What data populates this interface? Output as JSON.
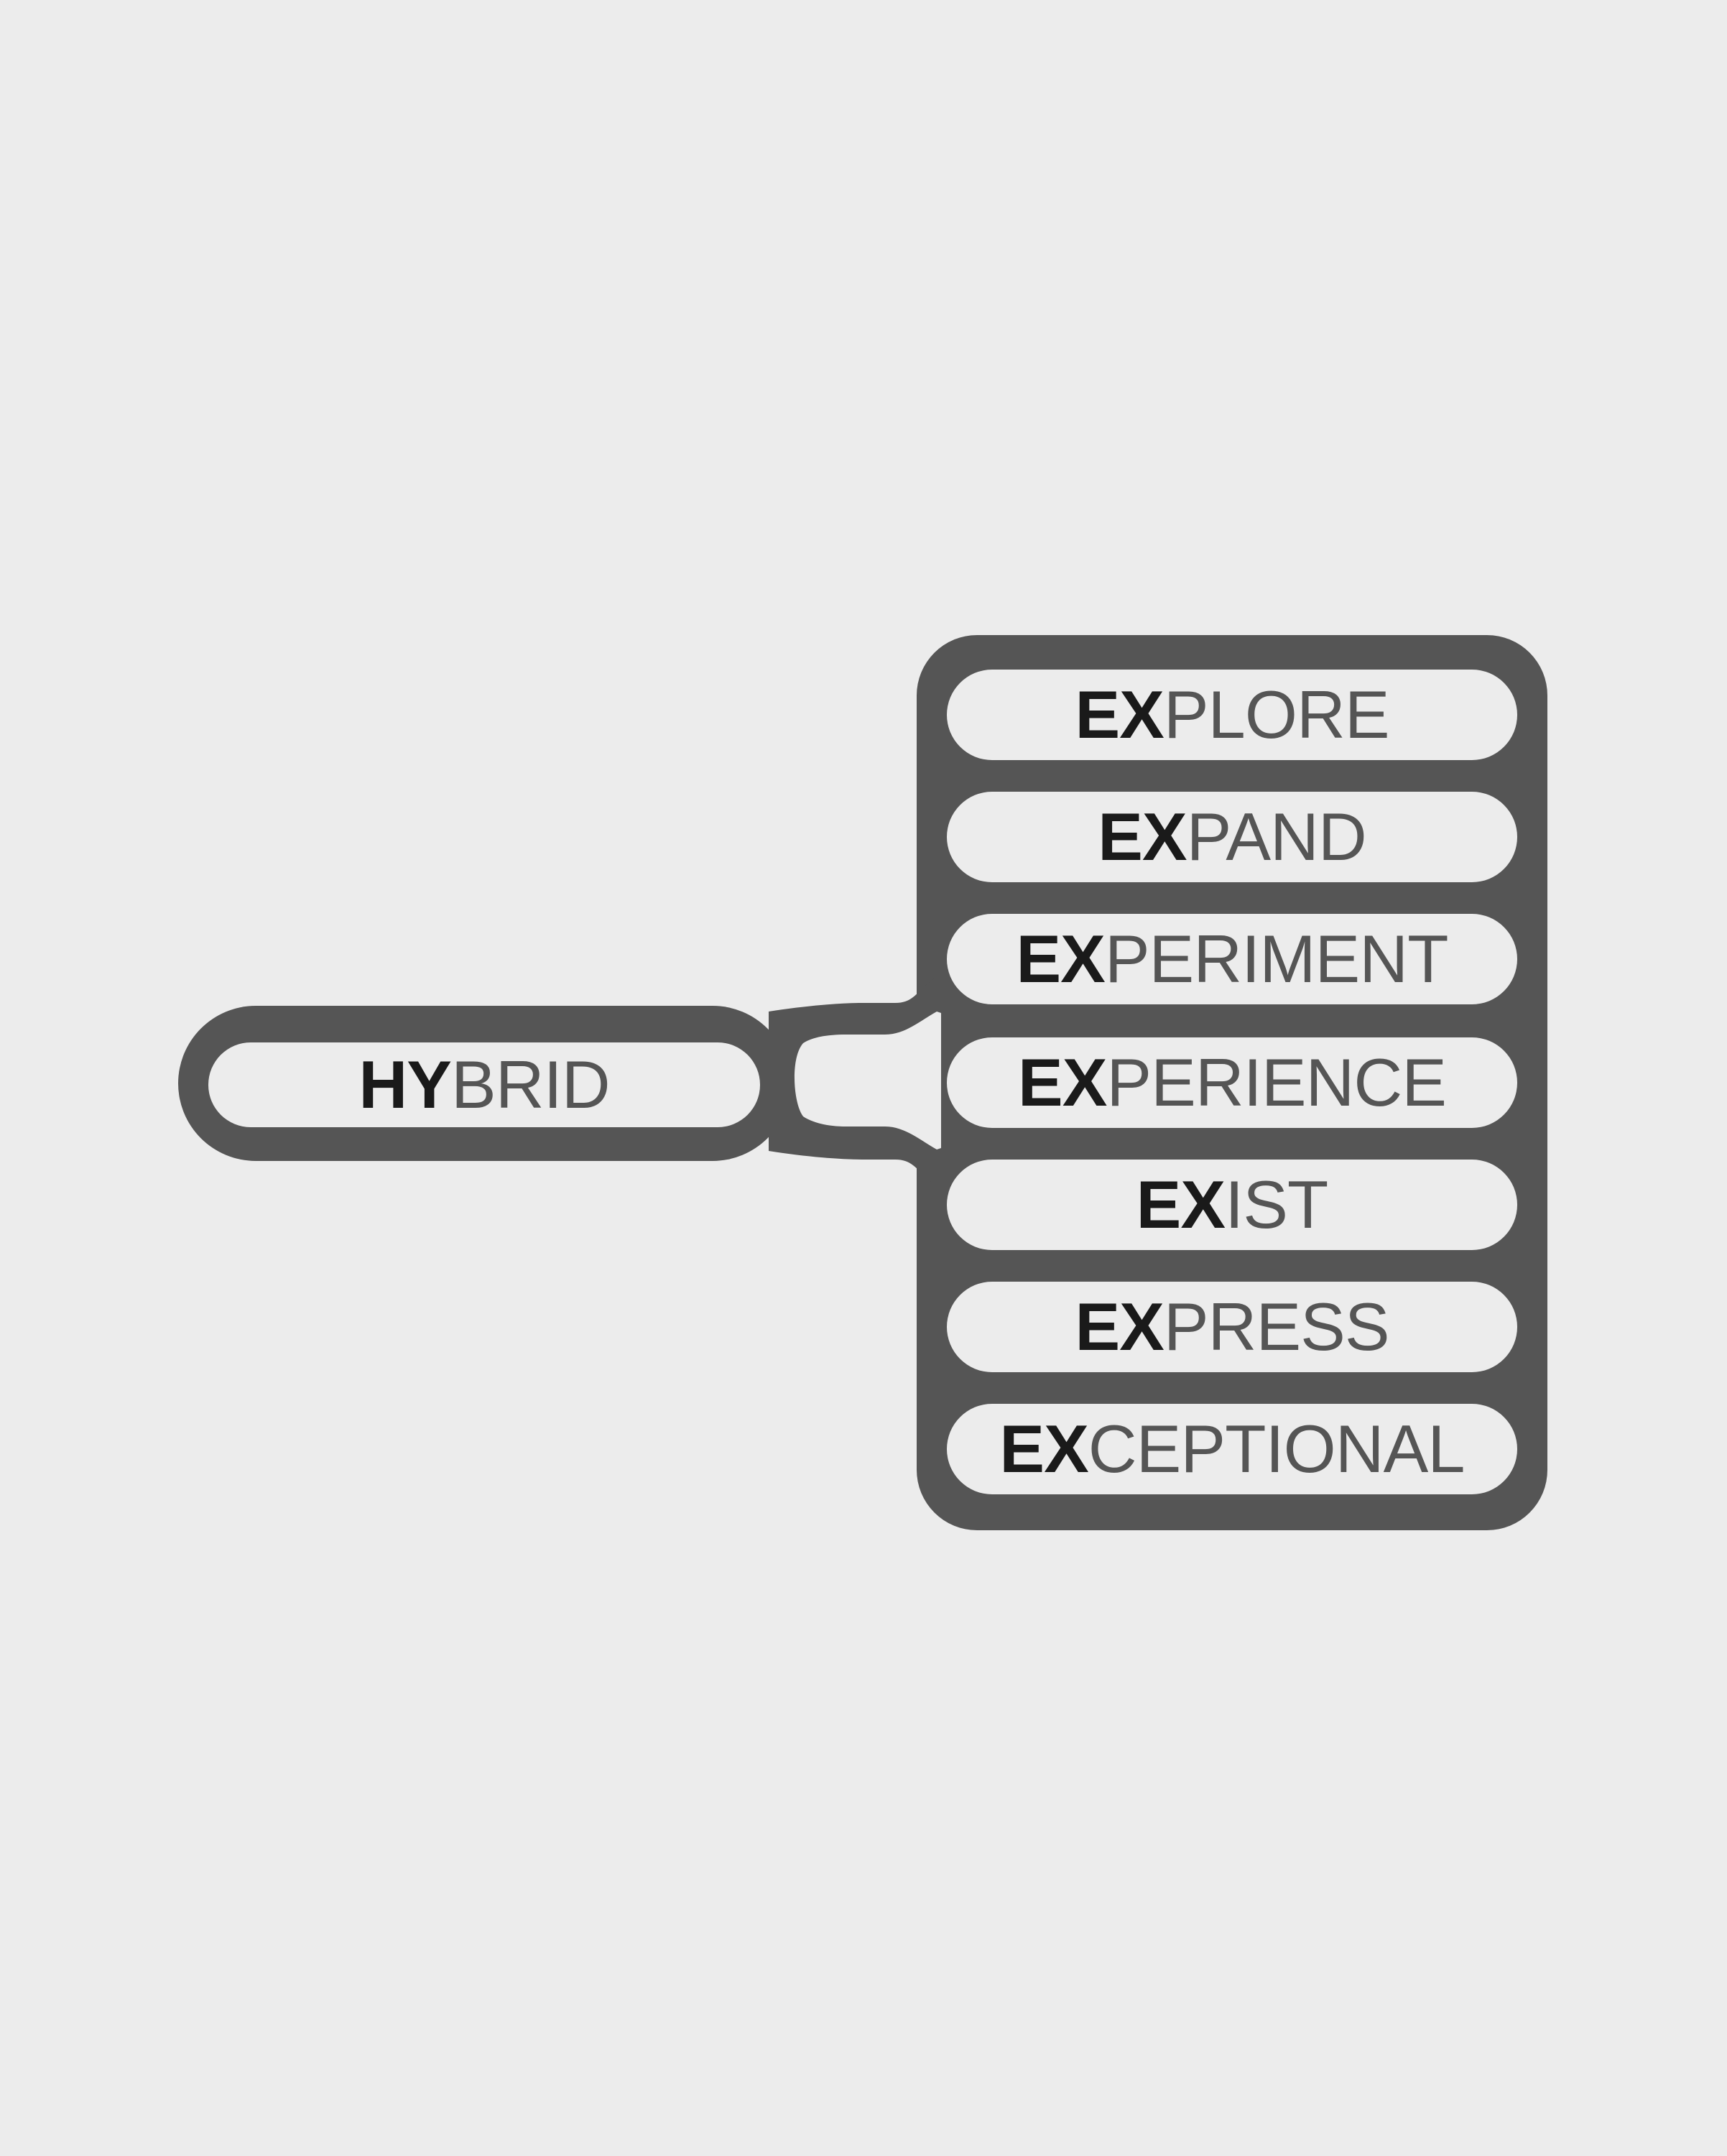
{
  "source": {
    "prefix": "HY",
    "suffix": "BRID"
  },
  "targets": [
    {
      "prefix": "EX",
      "suffix": "PLORE"
    },
    {
      "prefix": "EX",
      "suffix": "PAND"
    },
    {
      "prefix": "EX",
      "suffix": "PERIMENT"
    },
    {
      "prefix": "EX",
      "suffix": "PERIENCE"
    },
    {
      "prefix": "EX",
      "suffix": "IST"
    },
    {
      "prefix": "EX",
      "suffix": "PRESS"
    },
    {
      "prefix": "EX",
      "suffix": "CEPTIONAL"
    }
  ],
  "colors": {
    "background": "#ececec",
    "outline": "#555555",
    "prefix_text": "#1a1a1a",
    "suffix_text": "#555555"
  }
}
